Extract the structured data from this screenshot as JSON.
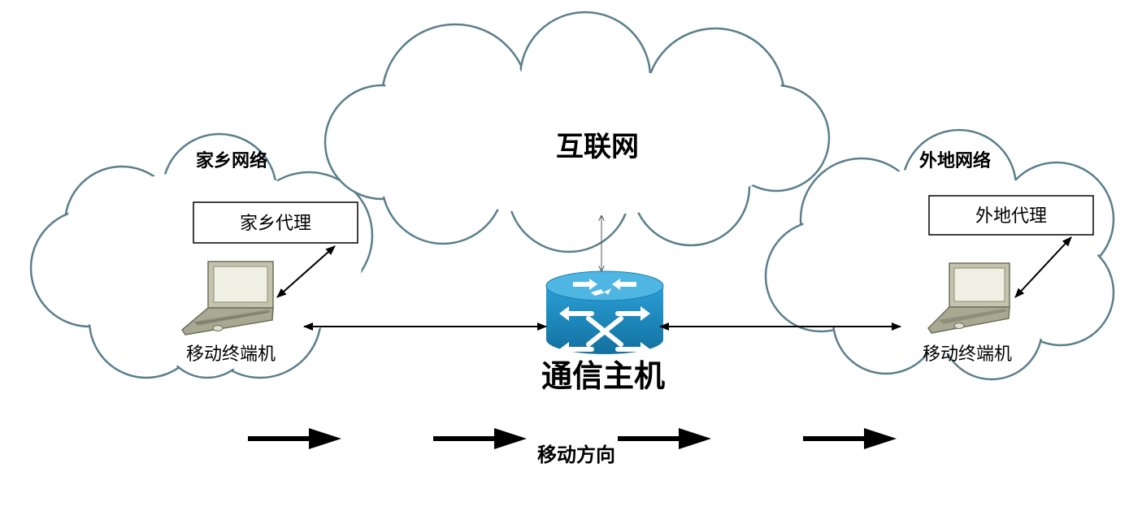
{
  "networks": {
    "home": {
      "title": "家乡网络",
      "agent": "家乡代理",
      "terminal": "移动终端机"
    },
    "internet": {
      "title": "互联网"
    },
    "foreign": {
      "title": "外地网络",
      "agent": "外地代理",
      "terminal": "移动终端机"
    }
  },
  "host": {
    "label": "通信主机"
  },
  "movement": {
    "label": "移动方向"
  },
  "colors": {
    "cloud_outline": "#5a7f8c",
    "router_blue": "#1f8fc4",
    "router_top": "#4fb6e3",
    "laptop_body": "#b9b9a5"
  }
}
